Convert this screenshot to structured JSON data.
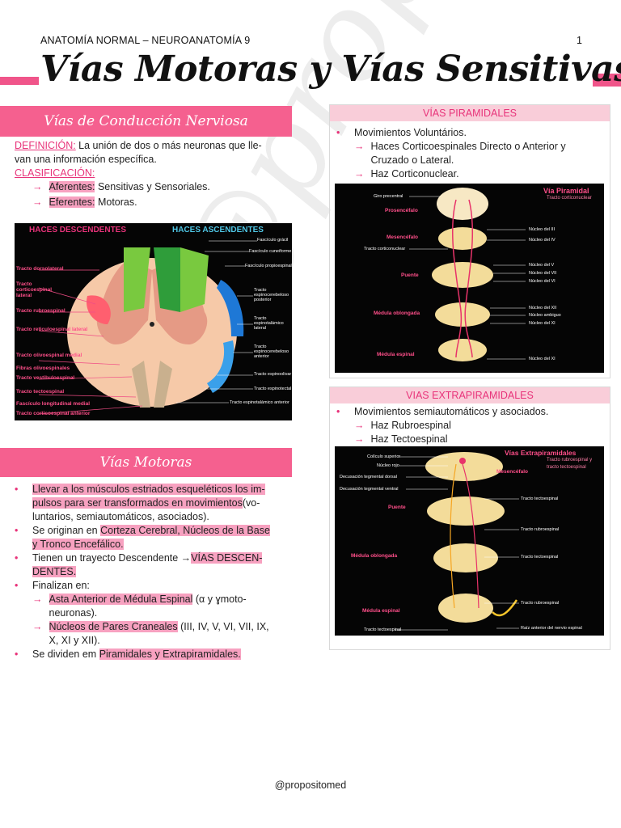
{
  "header": {
    "course": "ANATOMÍA NORMAL – NEUROANATOMÍA 9",
    "page": "1"
  },
  "title": "Vías Motoras y Vías Sensitivas",
  "section1": {
    "heading": "Vías de Conducción Nerviosa",
    "def_label": "DEFINICIÓN:",
    "def_text_1": " La unión de dos o más neuronas que lle-",
    "def_text_2": "van una información específica.",
    "class_label": "CLASIFICACIÓN:",
    "aff_label": "Aferentes:",
    "aff_text": " Sensitivas y Sensoriales.",
    "eff_label": "Eferentes:",
    "eff_text": " Motoras."
  },
  "spinal_image": {
    "left_title": "HACES DESCENDENTES",
    "right_title": "HACES ASCENDENTES",
    "left_labels": [
      "Tracto dorsolateral",
      "Tracto corticoespinal lateral",
      "Tracto rubroespinal",
      "Tracto reticuloespinal lateral",
      "Tracto olivoespinal medial",
      "Fibras olivoespinales",
      "Tracto vestibuloespinal",
      "Tracto tectoespinal",
      "Fascículo longitudinal medial",
      "Tracto corticoespinal anterior"
    ],
    "right_labels": [
      "Fascículo grácil",
      "Fascículo cuneiforme",
      "Fascículo propioespinal",
      "Tracto espinocerebeloso posterior",
      "Tracto espinotalámico lateral",
      "Tracto espinocerebeloso anterior",
      "Tracto espinoolivar",
      "Tracto espinotectal",
      "Tracto espinotalámico anterior"
    ]
  },
  "section2": {
    "heading": "Vías Motoras",
    "b1_hl": "Llevar a los músculos estriados esqueléticos los im-",
    "b1_hl2": "pulsos para ser transformados en movimientos",
    "b1_rest": "(vo-",
    "b1_line3": "luntarios, semiautomáticos, asociados).",
    "b2_a": "Se originan en ",
    "b2_hl": "Corteza Cerebral, Núcleos de la Base",
    "b2_hl2": "y Tronco Encefálico.",
    "b3_a": "Tienen un trayecto Descendente →",
    "b3_hl": "VÍAS DESCEN-",
    "b3_hl2": "DENTES.",
    "b4": "Finalizan en:",
    "s1_hl": "Asta Anterior de Médula Espinal",
    "s1_rest": " (α y ɣmoto-",
    "s1_line2": "neuronas).",
    "s2_hl": "Núcleos de Pares Craneales",
    "s2_rest": " (III, IV, V, VI, VII, IX,",
    "s2_line2": "X, XI y XII).",
    "b5_a": "Se dividen em ",
    "b5_hl": "Piramidales y Extrapiramidales."
  },
  "piramidales": {
    "heading": "VÍAS PIRAMIDALES",
    "b1": "Movimientos Voluntários.",
    "s1": "Haces Corticoespinales Directo o Anterior y",
    "s1b": "Cruzado o Lateral.",
    "s2": "Haz Corticonuclear.",
    "img_title": "Vía Piramidal",
    "img_subtitle": "Tracto corticonuclear",
    "levels": [
      "Prosencéfalo",
      "Mesencéfalo",
      "Puente",
      "Médula oblongada",
      "Médula espinal"
    ],
    "labels_left": [
      "Giro precentral",
      "Tracto corticonuclear"
    ],
    "labels_right": [
      "Núcleo del III",
      "Núcleo del IV",
      "Núcleo del V",
      "Núcleo del VII",
      "Núcleo del VI",
      "Núcleo del XII",
      "Núcleo ambiguo",
      "Núcleo del XI",
      "Núcleo del XI"
    ]
  },
  "extrapiramidales": {
    "heading": "VIAS EXTRAPIRAMIDALES",
    "b1": "Movimientos semiautomáticos y asociados.",
    "s1": "Haz Rubroespinal",
    "s2": "Haz Tectoespinal",
    "img_title": "Vías Extrapiramidales",
    "img_sub1": "Tracto rubroespinal y",
    "img_sub2": "tracto tectoespinal",
    "levels": [
      "Mesencéfalo",
      "Puente",
      "Médula oblongada",
      "Médula espinal"
    ],
    "labels_left": [
      "Colículo superior",
      "Núcleo rojo",
      "Decusación tegmental dorsal",
      "Decusación tegmental ventral",
      "Tracto tectoespinal"
    ],
    "labels_right": [
      "Tracto tectoespinal",
      "Tracto rubroespinal",
      "Tracto tectoespinal",
      "Tracto rubroespinal",
      "Raíz anterior del nervio espinal"
    ]
  },
  "watermark": "@propositomed",
  "footer": "@propositomed",
  "colors": {
    "accent": "#f5608f",
    "light_pink": "#f9cdd9",
    "highlight": "#f7a1c0",
    "link": "#e8337a"
  }
}
